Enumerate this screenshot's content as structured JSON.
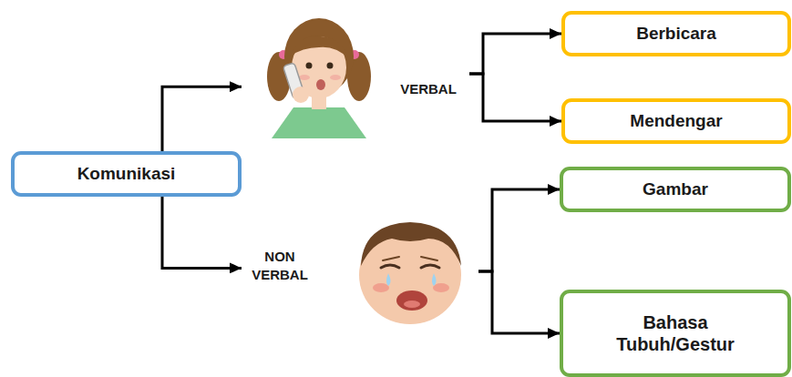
{
  "diagram": {
    "nodes": [
      {
        "text": [
          "Komunikasi"
        ]
      },
      {
        "text": [
          "VERBAL"
        ]
      },
      {
        "text": [
          "Berbicara"
        ]
      },
      {
        "text": [
          "Mendengar"
        ]
      },
      {
        "text": [
          "NON VERBAL"
        ]
      },
      {
        "text": [
          "Gambar"
        ]
      },
      {
        "text": [
          "Bahasa Tubuh/Gestur"
        ]
      }
    ],
    "edges": [
      {
        "from": 0,
        "to": 1,
        "arrow": "to"
      },
      {
        "from": 1,
        "to": 2,
        "arrow": "to"
      },
      {
        "from": 1,
        "to": 3,
        "arrow": "to"
      },
      {
        "from": 0,
        "to": 4,
        "arrow": "to"
      },
      {
        "from": 4,
        "to": 5,
        "arrow": "to"
      },
      {
        "from": 4,
        "to": 6,
        "arrow": "to"
      }
    ]
  }
}
